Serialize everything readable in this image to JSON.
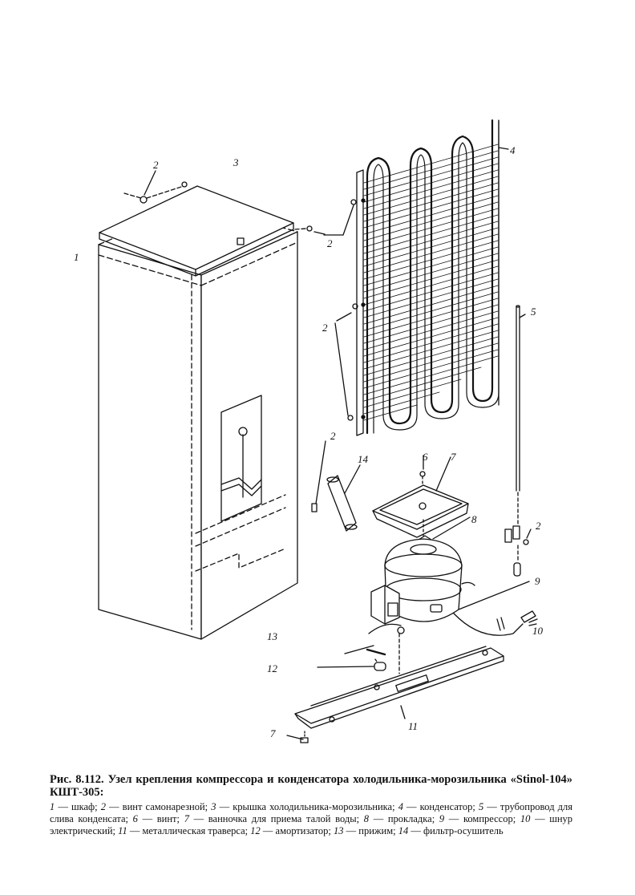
{
  "figure": {
    "labels": {
      "cabinet": "1",
      "screw_top_left": "2",
      "screw_top_right": "2",
      "screw_condenser_mid": "2",
      "screw_filter": "2",
      "screw_pipe": "2",
      "top_cover": "3",
      "condenser": "4",
      "drain_pipe": "5",
      "screw_tray": "6",
      "drip_tray": "7",
      "gasket": "8",
      "compressor": "9",
      "power_cord": "10",
      "crossbar": "11",
      "shock_absorber": "12",
      "clamp": "13",
      "filter_dryer": "14",
      "screw_bottom": "7"
    }
  },
  "caption": {
    "title": "Рис. 8.112. Узел крепления компрессора и конденсатора холодильника-морозильника «Stinol-104» КШТ-305:",
    "legend": [
      {
        "num": "1",
        "text": "шкаф;"
      },
      {
        "num": "2",
        "text": "винт самонарезной;"
      },
      {
        "num": "3",
        "text": "крышка холодильника-морозильника;"
      },
      {
        "num": "4",
        "text": "конденсатор;"
      },
      {
        "num": "5",
        "text": "трубопровод для слива конденсата;"
      },
      {
        "num": "6",
        "text": "винт;"
      },
      {
        "num": "7",
        "text": "ванночка для приема талой воды;"
      },
      {
        "num": "8",
        "text": "прокладка;"
      },
      {
        "num": "9",
        "text": "компрессор;"
      },
      {
        "num": "10",
        "text": "шнур электрический;"
      },
      {
        "num": "11",
        "text": "металлическая траверса;"
      },
      {
        "num": "12",
        "text": "амортизатор;"
      },
      {
        "num": "13",
        "text": "прижим;"
      },
      {
        "num": "14",
        "text": "фильтр-осушитель"
      }
    ]
  }
}
